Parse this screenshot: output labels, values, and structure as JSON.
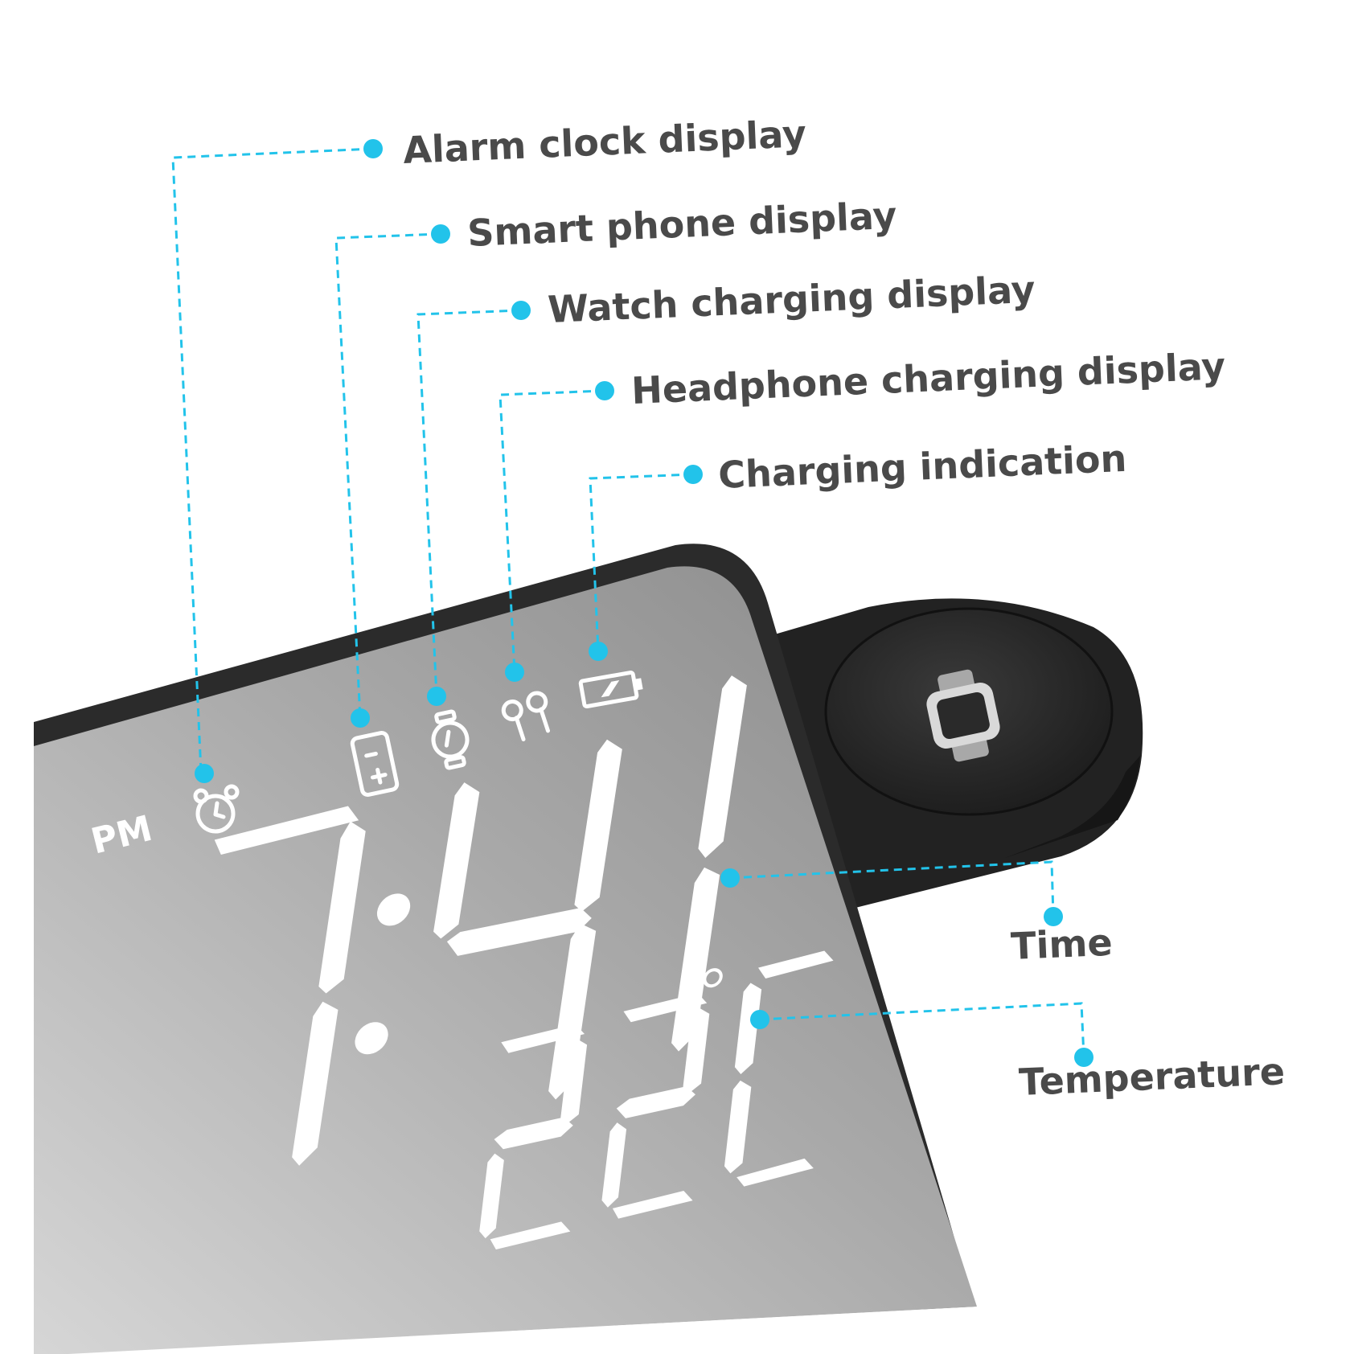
{
  "callouts": {
    "alarm": "Alarm clock display",
    "phone": "Smart phone display",
    "watch": "Watch charging display",
    "headphone": "Headphone charging display",
    "charging": "Charging indication",
    "time": "Time",
    "temperature": "Temperature"
  },
  "display": {
    "period": "PM",
    "hours": "7",
    "minutes": "41",
    "temperature": "22",
    "temperature_unit": "°C"
  },
  "icons": [
    "alarm-clock-icon",
    "smartphone-icon",
    "watch-icon",
    "earbuds-icon",
    "battery-icon",
    "watch-charger-icon"
  ],
  "colors": {
    "accent": "#22c3ea",
    "text": "#4a4a4a",
    "device_frame": "#2b2b2b",
    "mirror_light": "#d2d2d2",
    "mirror_dark": "#8e8e8e",
    "led": "#ffffff"
  }
}
